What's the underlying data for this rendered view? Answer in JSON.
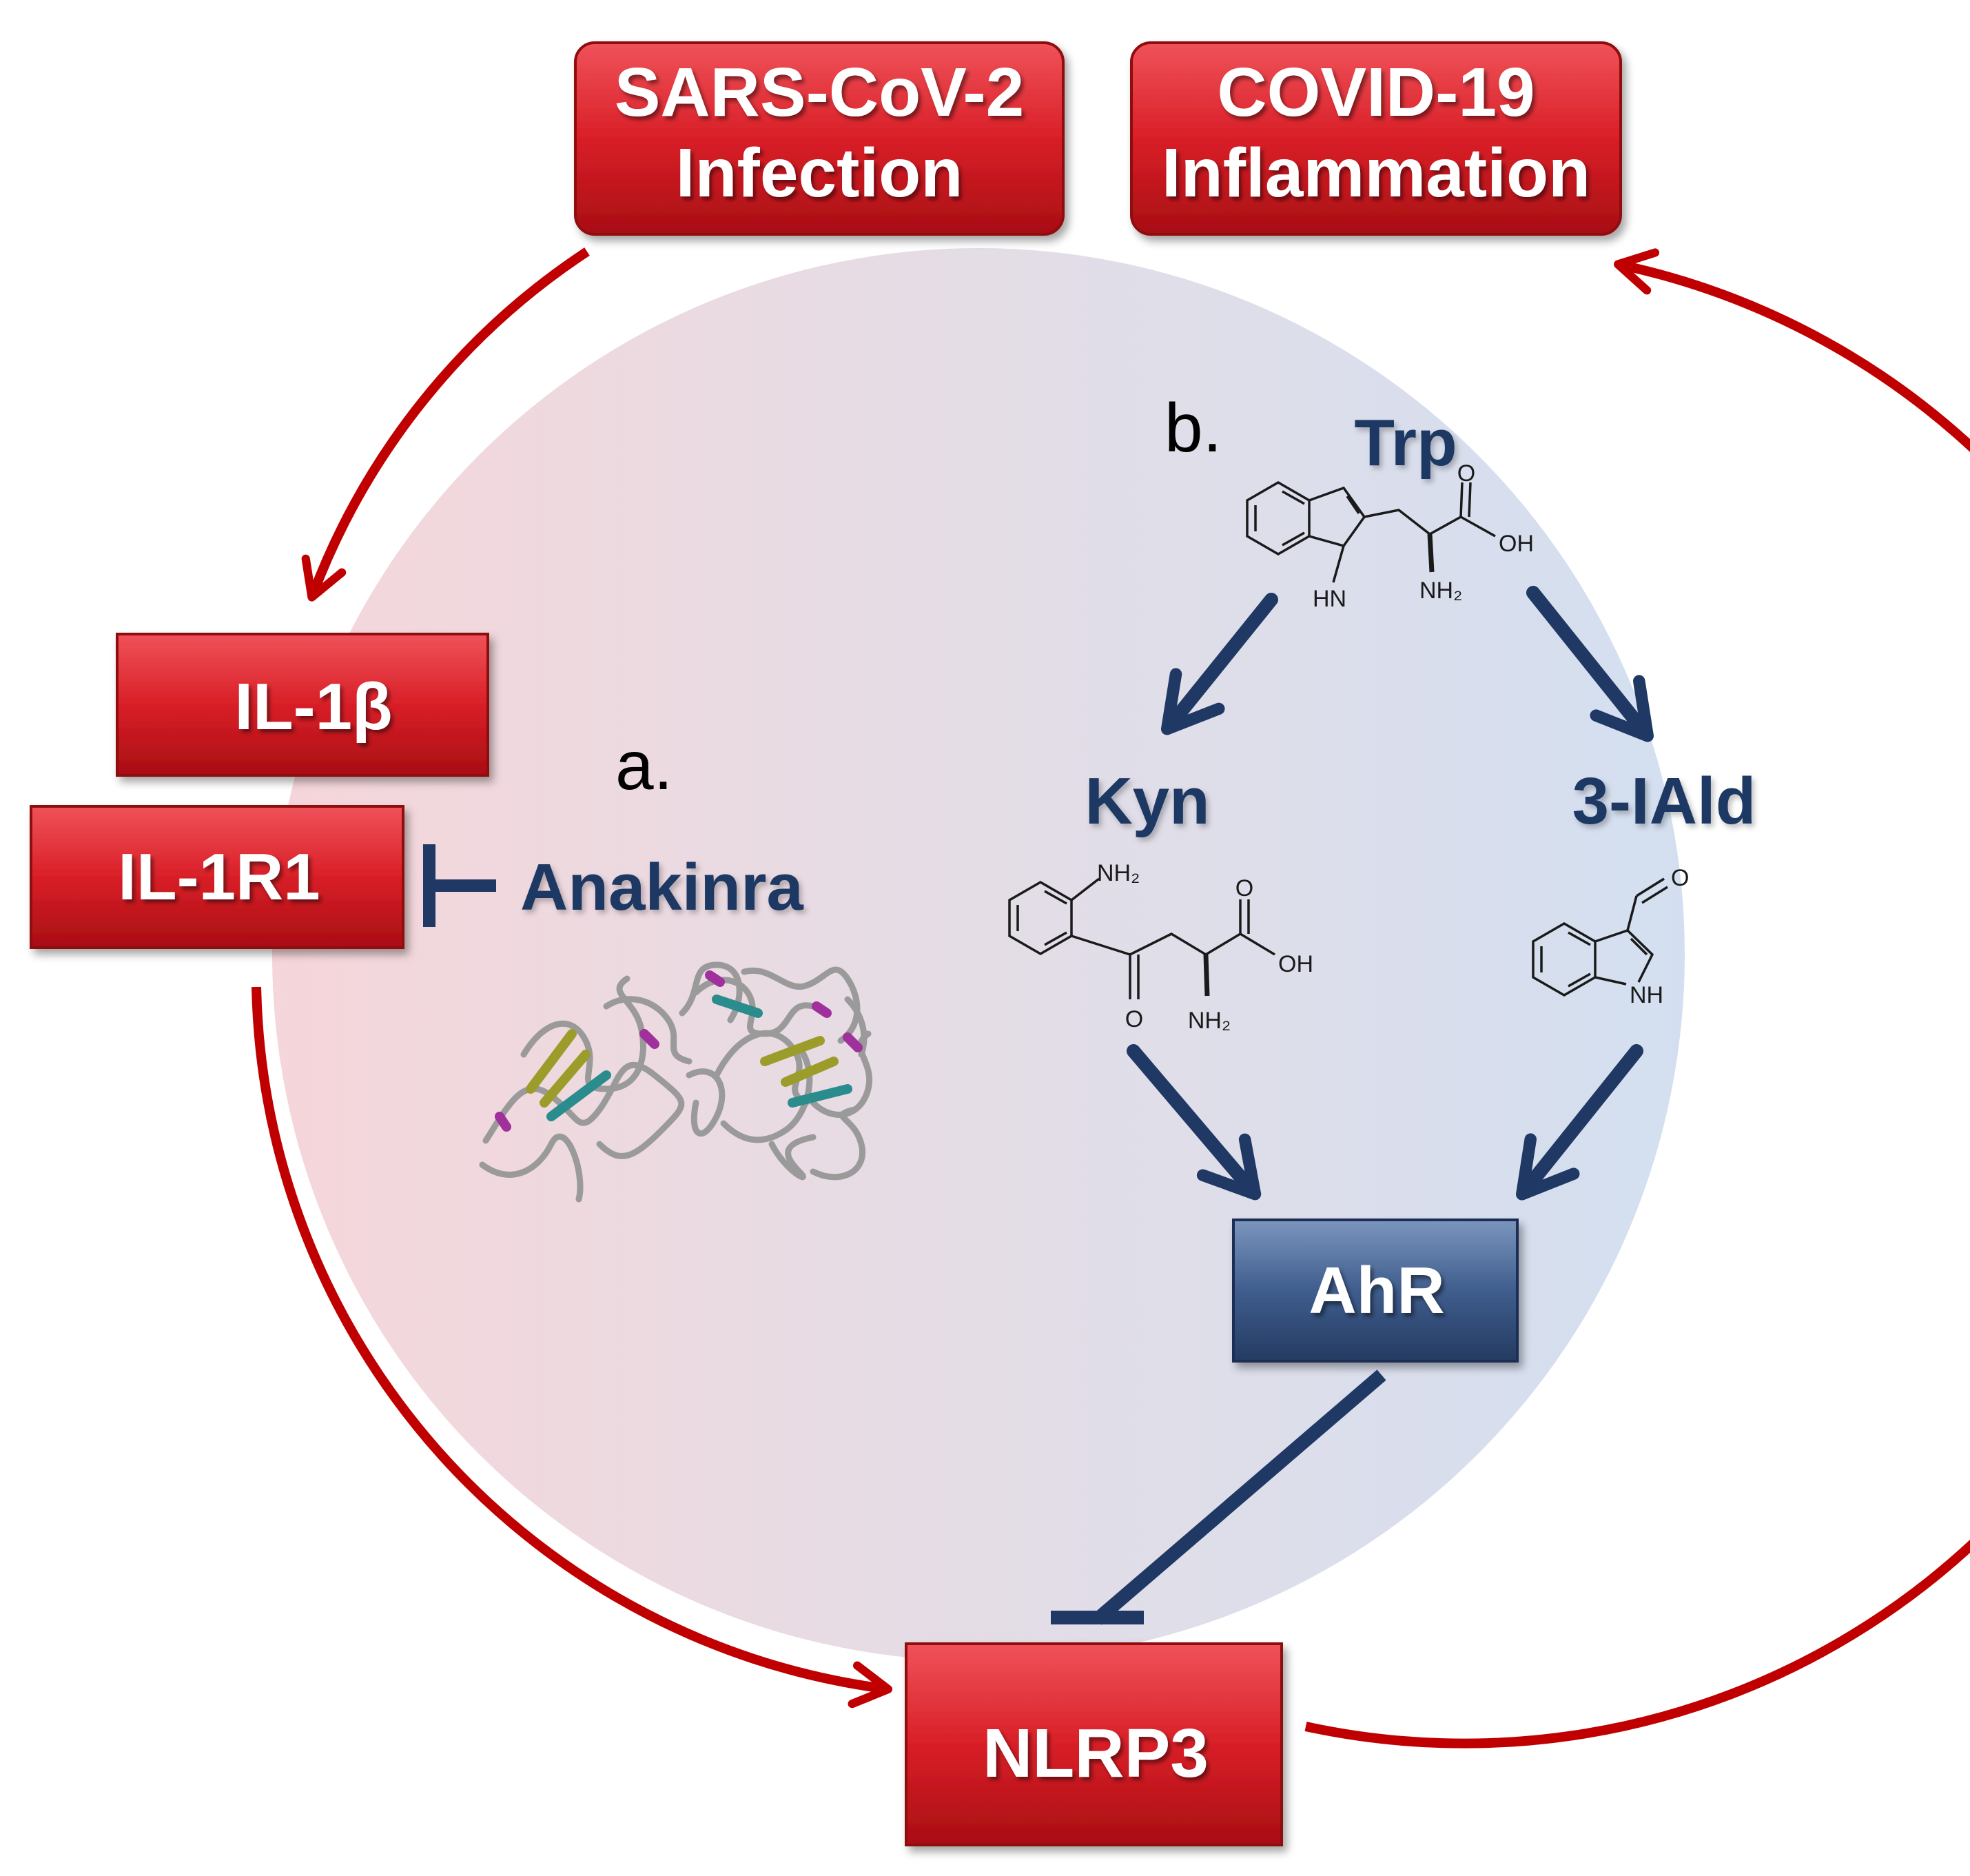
{
  "boxes": {
    "sars": {
      "line1": "SARS-CoV-2",
      "line2": "Infection"
    },
    "covid": {
      "line1": "COVID-19",
      "line2": "Inflammation"
    },
    "il1b": "IL-1β",
    "il1r1": "IL-1R1",
    "ahr": "AhR",
    "nlrp3": "NLRP3"
  },
  "labels": {
    "panel_a": "a.",
    "panel_b": "b.",
    "anakinra": "Anakinra",
    "trp": "Trp",
    "kyn": "Kyn",
    "iald": "3-IAld"
  },
  "atoms": {
    "trp_oh": "OH",
    "trp_o": "O",
    "trp_hn": "HN",
    "trp_nh2": "NH₂",
    "kyn_nh2_top": "NH₂",
    "kyn_o_top": "O",
    "kyn_oh": "OH",
    "kyn_o_bottom": "O",
    "kyn_nh2_bottom": "NH₂",
    "iald_o": "O",
    "iald_nh": "NH"
  },
  "colors": {
    "red_box": "#d92027",
    "red_arrow": "#c00000",
    "navy": "#1f3864",
    "bg_left": "#f3d9dc",
    "bg_right": "#d6e0f0"
  }
}
